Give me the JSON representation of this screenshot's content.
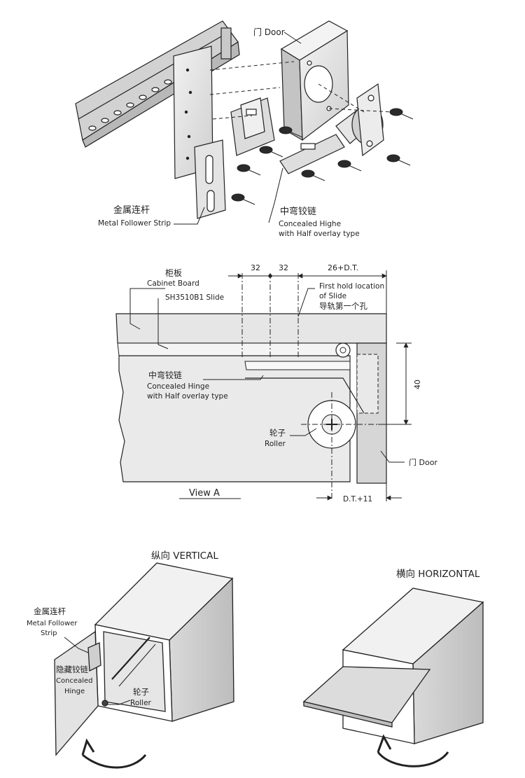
{
  "section1": {
    "door_label": "门 Door",
    "strip_label_cn": "金属连杆",
    "strip_label_en": "Metal Follower Strip",
    "hinge_label_cn": "中弯铰链",
    "hinge_label_en1": "Concealed Highe",
    "hinge_label_en2": "with Half overlay type"
  },
  "section2": {
    "dim_32a": "32",
    "dim_32b": "32",
    "dim_26": "26+D.T.",
    "dim_40": "40",
    "dim_dt11": "D.T.+11",
    "cabinet_cn": "柜板",
    "cabinet_en": "Cabinet Board",
    "slide_label": "SH3510B1 Slide",
    "first_hold1": "First hold location",
    "first_hold2": "of Slide",
    "first_hold_cn": "导轨第一个孔",
    "hinge_cn": "中弯铰链",
    "hinge_en1": "Concealed Hinge",
    "hinge_en2": "with Half overlay type",
    "roller_cn": "轮子",
    "roller_en": "Roller",
    "door_label": "门 Door",
    "view_label": "View A"
  },
  "section3": {
    "vertical_title": "纵向  VERTICAL",
    "horizontal_title": "横向  HORIZONTAL",
    "strip_cn": "金属连杆",
    "strip_en1": "Metal Follower",
    "strip_en2": "Strip",
    "hinge_cn": "隐藏铰链",
    "hinge_en1": "Concealed",
    "hinge_en2": "Hinge",
    "roller_cn": "轮子",
    "roller_en": "Roller"
  },
  "colors": {
    "panel_light": "#ebebeb",
    "panel_mid": "#d6d6d6",
    "panel_dark": "#bdbdbd",
    "line": "#222222"
  }
}
